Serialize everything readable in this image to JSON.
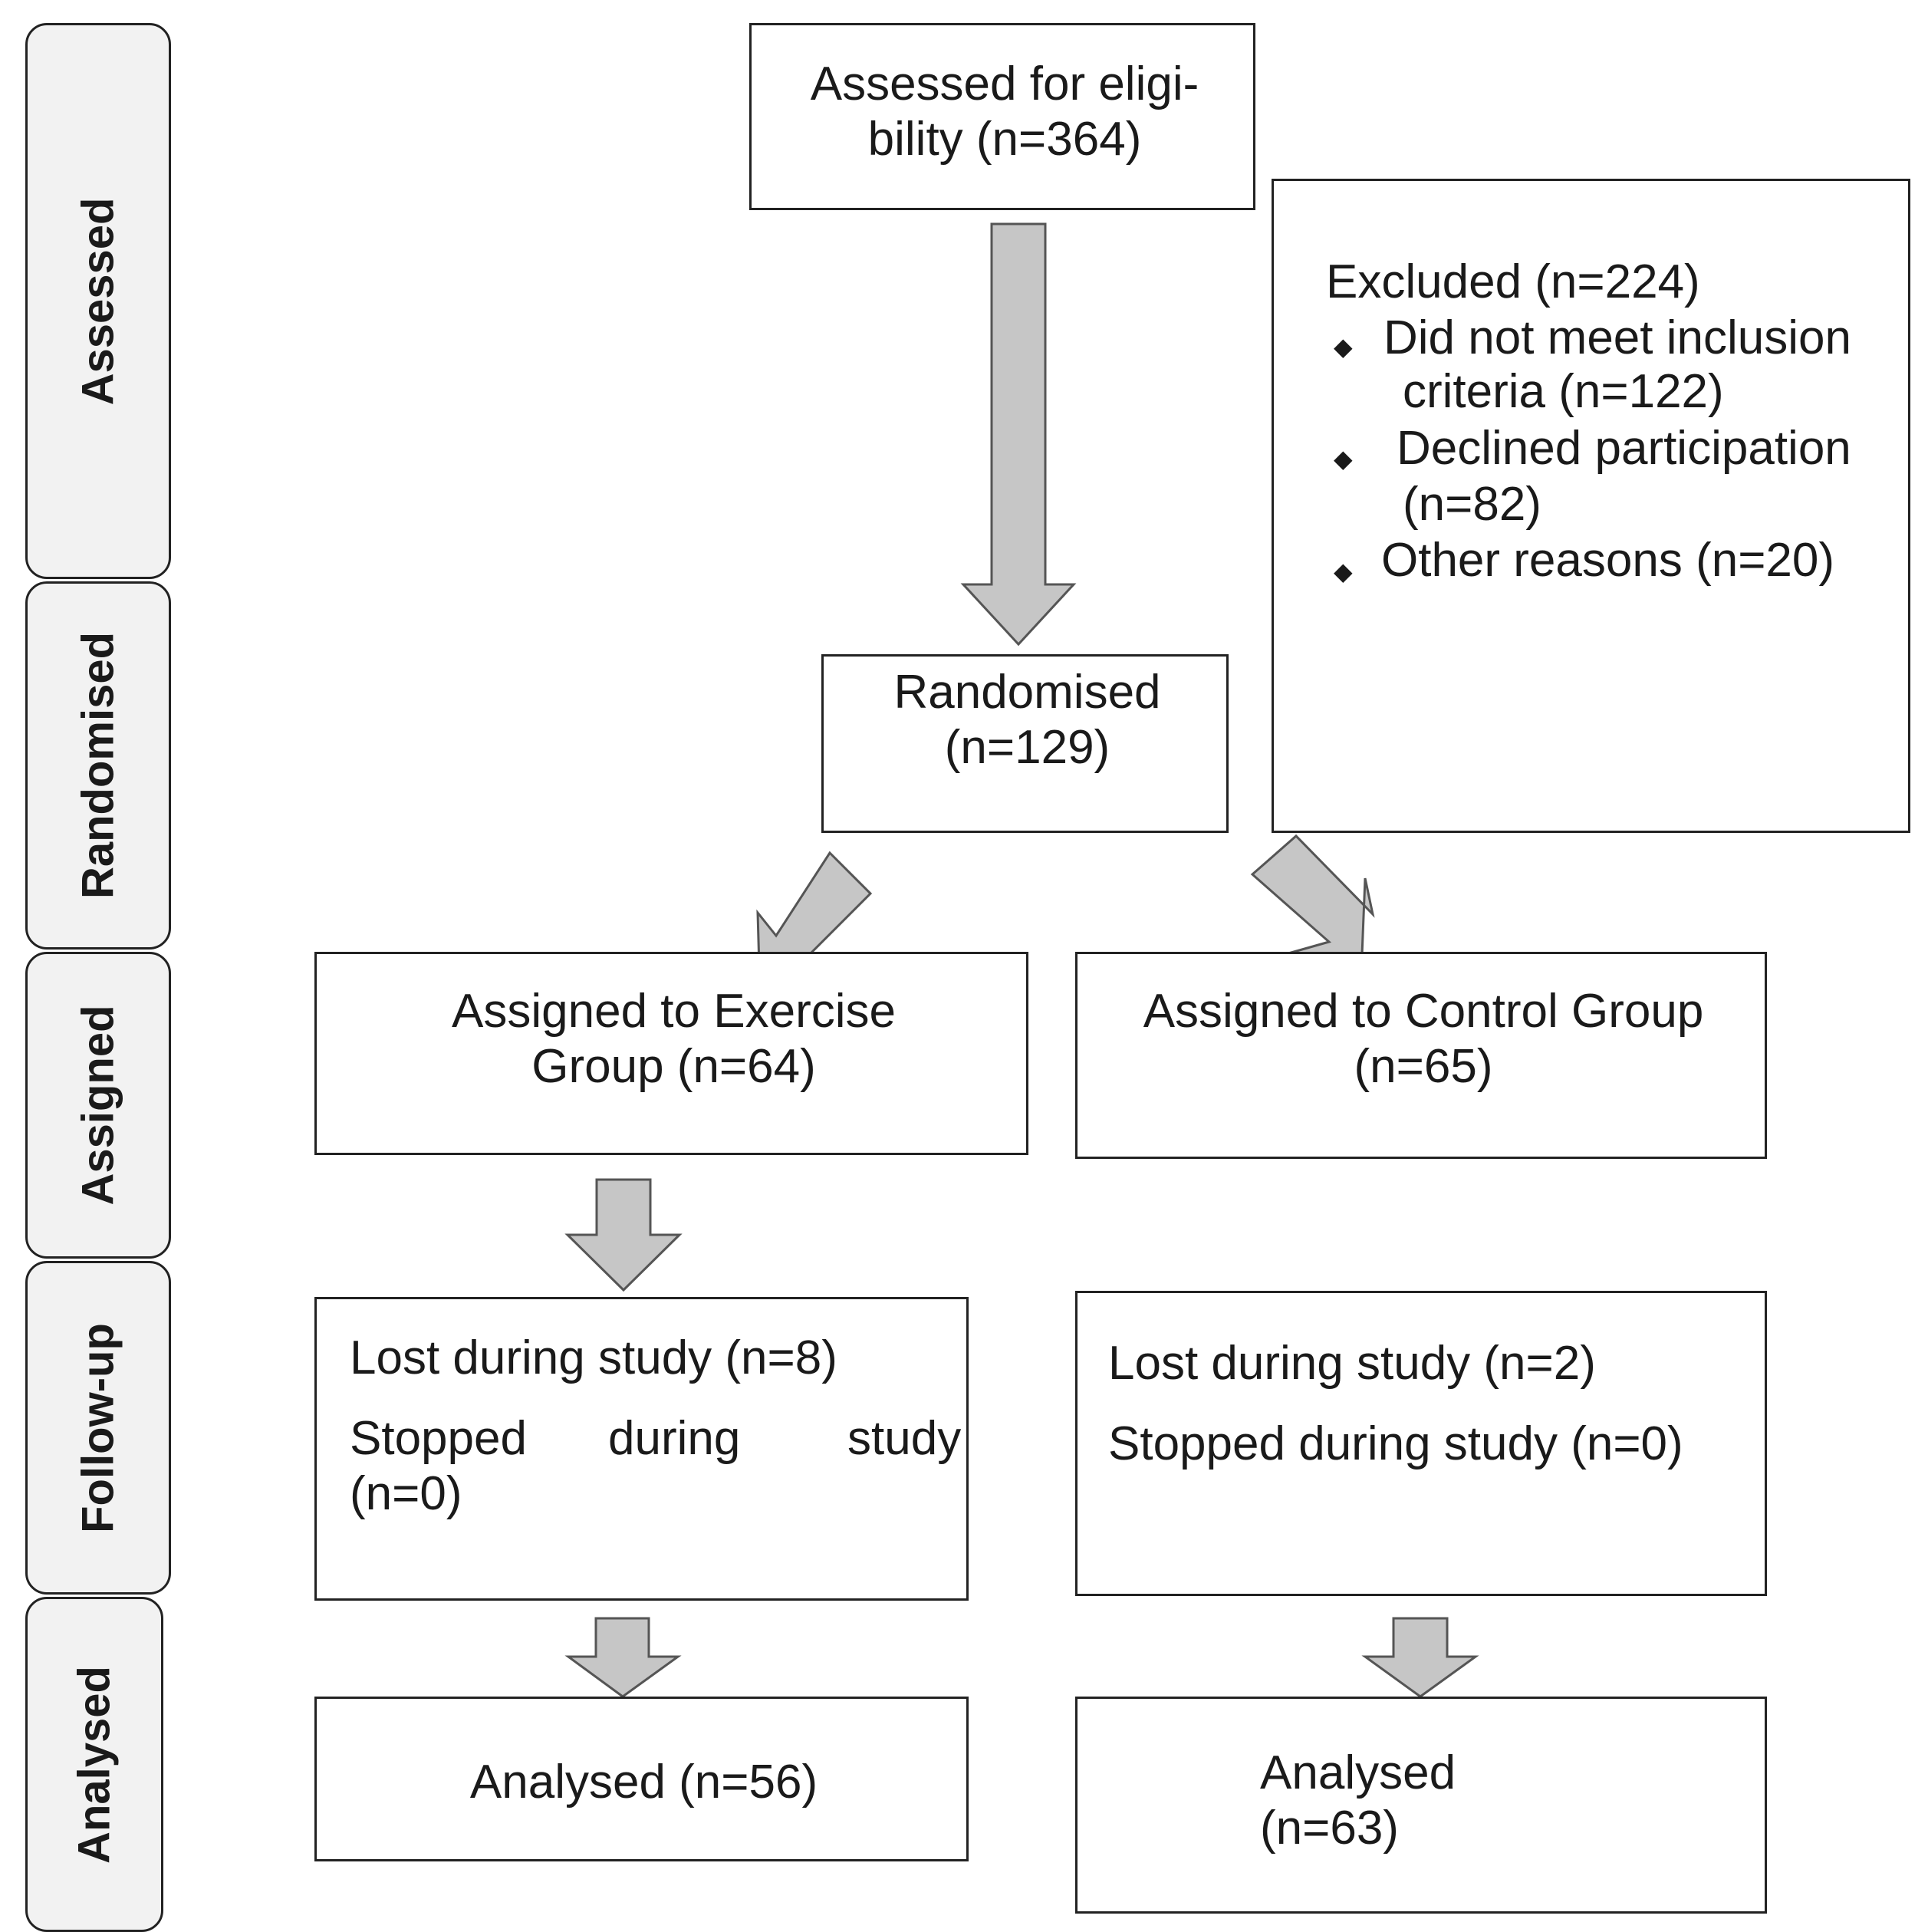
{
  "stages": {
    "assessed": "Assessed",
    "randomised": "Randomised",
    "assigned": "Assigned",
    "followup": "Follow-up",
    "analysed": "Analysed"
  },
  "boxes": {
    "eligibility": {
      "line1": "Assessed for eligi-",
      "line2": "bility (n=364)"
    },
    "excluded": {
      "title": "Excluded (n=224)",
      "items": [
        {
          "line1": "Did not meet inclusion",
          "line2": "criteria (n=122)"
        },
        {
          "line1": "Declined  participation",
          "line2": "(n=82)"
        },
        {
          "line1": "Other reasons (n=20)"
        }
      ]
    },
    "randomised": {
      "line1": "Randomised",
      "line2": "(n=129)"
    },
    "exercise": {
      "line1": "Assigned to Exercise",
      "line2": "Group (n=64)"
    },
    "control": {
      "line1": "Assigned to Control Group",
      "line2": "(n=65)"
    },
    "followup_exercise": {
      "lost": "Lost during study (n=8)",
      "stopped_a": "Stopped",
      "stopped_b": "during",
      "stopped_c": "study",
      "stopped_d": "(n=0)"
    },
    "followup_control": {
      "lost": "Lost during study (n=2)",
      "stopped": "Stopped during study (n=0)"
    },
    "analysed_exercise": {
      "text": "Analysed (n=56)"
    },
    "analysed_control": {
      "line1": "Analysed",
      "line2": "(n=63)"
    }
  },
  "bullet_glyph": "◆"
}
